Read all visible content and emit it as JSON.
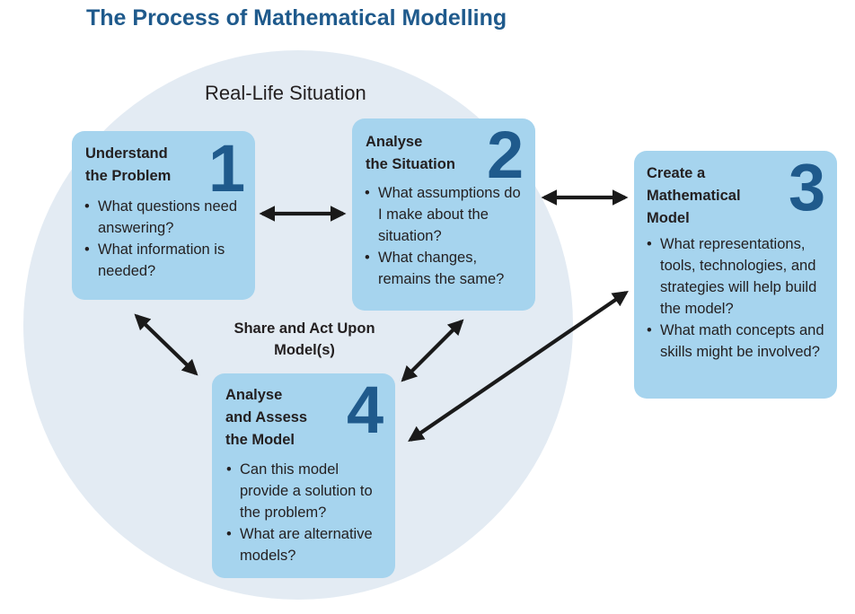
{
  "title": "The Process of Mathematical Modelling",
  "situation_label": "Real-Life Situation",
  "share_label": "Share and Act Upon Model(s)",
  "colors": {
    "title": "#1f5a8c",
    "circle": "#e3ebf3",
    "box": "#a6d4ee",
    "number": "#1f5a8c",
    "arrow": "#1a1a1a"
  },
  "steps": [
    {
      "number": "1",
      "title": "Understand\nthe Problem",
      "bullets": [
        "What questions need answering?",
        "What information is needed?"
      ]
    },
    {
      "number": "2",
      "title": "Analyse\nthe Situation",
      "bullets": [
        "What assumptions do I make about the situation?",
        "What changes, remains the same?"
      ]
    },
    {
      "number": "3",
      "title": "Create a\nMathematical\nModel",
      "bullets": [
        "What representations, tools, technologies, and strategies will help build the model?",
        "What math concepts and skills might be involved?"
      ]
    },
    {
      "number": "4",
      "title": "Analyse\nand Assess\nthe Model",
      "bullets": [
        "Can this model provide a solution to the problem?",
        "What are alternative models?"
      ]
    }
  ]
}
